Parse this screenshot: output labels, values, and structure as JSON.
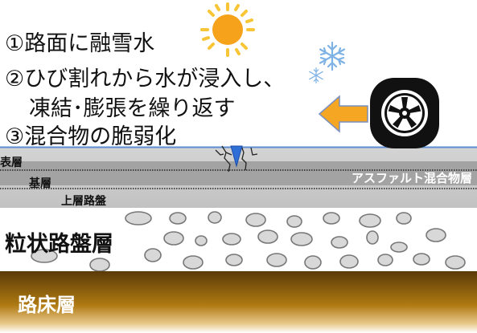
{
  "steps": [
    "①路面に融雪水",
    "②ひび割れから水が浸入し、",
    "凍結･膨張を繰り返す",
    "③混合物の脆弱化"
  ],
  "layers": {
    "surface": "表層",
    "base": "基層",
    "upper_base": "上層路盤",
    "asphalt_mixture": "アスファルト混合物層",
    "granular_base": "粒状路盤層",
    "subgrade": "路床層"
  },
  "colors": {
    "asphalt": "#c9c9c9",
    "asphalt_band": "#9e9e9e",
    "surface_line": "#5b8dd0",
    "sun": "#f7a21b",
    "snowflake": "#7fb2e5",
    "arrow": "#f5a623",
    "arrow_stroke": "#7a8fbf",
    "water_drop": "#2f6fd6",
    "pebble_fill": "#d8d8d8",
    "pebble_stroke": "#777777",
    "subgrade_top": "#5a3a08",
    "subgrade_mid": "#b07a12",
    "subgrade_bottom": "#ffffff"
  },
  "icons": [
    "sun-icon",
    "snowflake-icon",
    "arrow-left-icon",
    "tire-icon",
    "crack-icon",
    "water-drop-icon"
  ]
}
